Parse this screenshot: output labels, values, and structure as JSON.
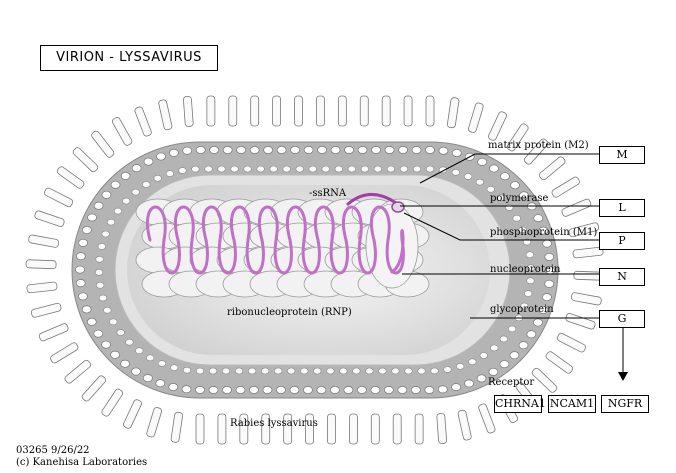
{
  "title": "VIRION - LYSSAVIRUS",
  "virus_name": "Rabies lyssavirus",
  "rnp_label": "ribonucleoprotein (RNP)",
  "ssrna_label": "-ssRNA",
  "proteins": [
    {
      "name": "matrix protein (M2)",
      "gene": "M"
    },
    {
      "name": "polymerase",
      "gene": "L"
    },
    {
      "name": "phosphoprotein (M1)",
      "gene": "P"
    },
    {
      "name": "nucleoprotein",
      "gene": "N"
    },
    {
      "name": "glycoprotein",
      "gene": "G"
    }
  ],
  "receptor": {
    "title": "Receptor",
    "items": [
      "CHRNA1",
      "NCAM1",
      "NGFR"
    ]
  },
  "footer": {
    "id": "03265 9/26/22",
    "copyright": "(c) Kanehisa Laboratories"
  },
  "colors": {
    "rna": "#c070c8",
    "membrane": "#aaaaaa",
    "interior": "#dddddd"
  }
}
